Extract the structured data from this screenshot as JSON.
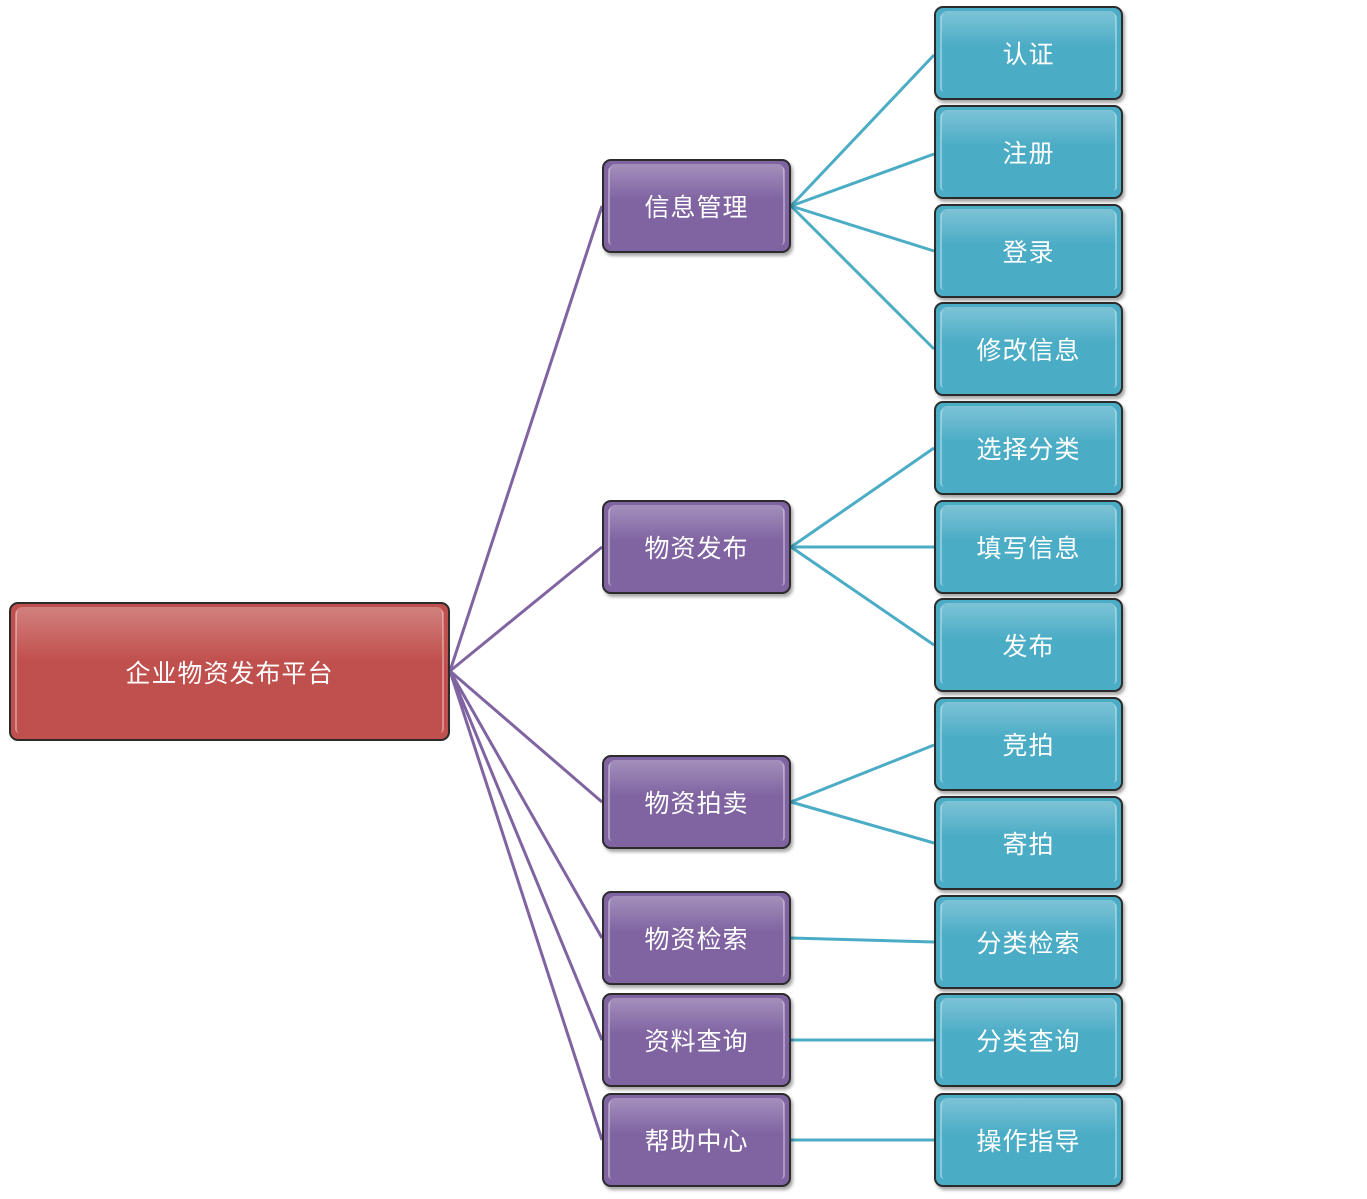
{
  "root": {
    "label": "企业物资发布平台",
    "color": "#c0504d"
  },
  "colors": {
    "category": "#8064a2",
    "item": "#4bacc6",
    "category_link": "#8064a2",
    "item_link": "#4bacc6"
  },
  "categories": [
    {
      "label": "信息管理",
      "children": [
        "认证",
        "注册",
        "登录",
        "修改信息"
      ]
    },
    {
      "label": "物资发布",
      "children": [
        "选择分类",
        "填写信息",
        "发布"
      ]
    },
    {
      "label": "物资拍卖",
      "children": [
        "竞拍",
        "寄拍"
      ]
    },
    {
      "label": "物资检索",
      "children": [
        "分类检索"
      ]
    },
    {
      "label": "资料查询",
      "children": [
        "分类查询"
      ]
    },
    {
      "label": "帮助中心",
      "children": [
        "操作指导"
      ]
    }
  ]
}
